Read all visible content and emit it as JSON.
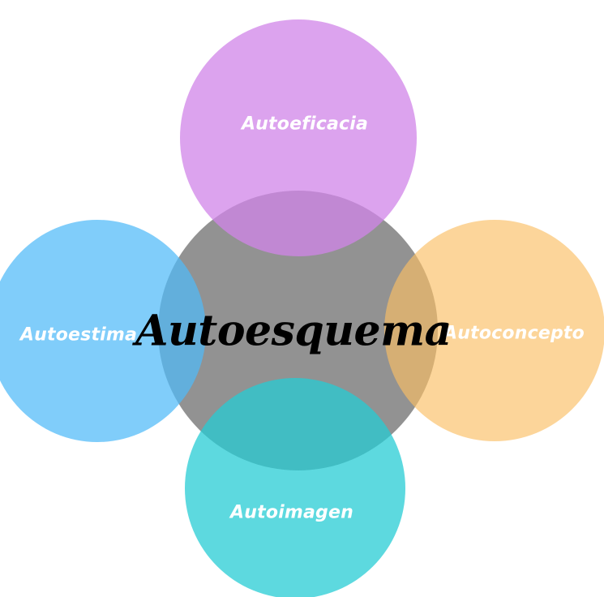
{
  "diagram": {
    "center": {
      "label": "Autoesquema",
      "color": "#929292"
    },
    "nodes": [
      {
        "id": "top",
        "label": "Autoeficacia",
        "color": "#D084E8"
      },
      {
        "id": "left",
        "label": "Autoestima",
        "color": "#4FBAF8"
      },
      {
        "id": "right",
        "label": "Autoconcepto",
        "color": "#FABE64"
      },
      {
        "id": "bottom",
        "label": "Autoimagen",
        "color": "#24CCD4"
      }
    ]
  }
}
